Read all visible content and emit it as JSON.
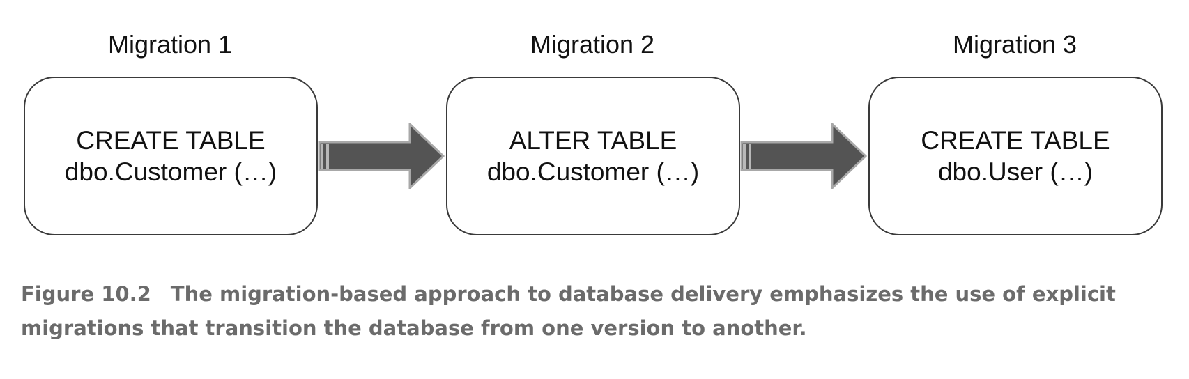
{
  "migrations": [
    {
      "title": "Migration 1",
      "line1": "CREATE TABLE",
      "line2": "dbo.Customer (…)"
    },
    {
      "title": "Migration 2",
      "line1": "ALTER TABLE",
      "line2": "dbo.Customer (…)"
    },
    {
      "title": "Migration 3",
      "line1": "CREATE TABLE",
      "line2": "dbo.User (…)"
    }
  ],
  "caption": {
    "label": "Figure 10.2",
    "text_line1": "The migration-based approach to database delivery emphasizes the use of explicit",
    "text_line2": "migrations that transition the database from one version to another."
  },
  "colors": {
    "arrow_fill": "#545454",
    "arrow_outline": "#a8a8a8",
    "box_border": "#3a3a3a",
    "caption_text": "#6b6b6b"
  }
}
